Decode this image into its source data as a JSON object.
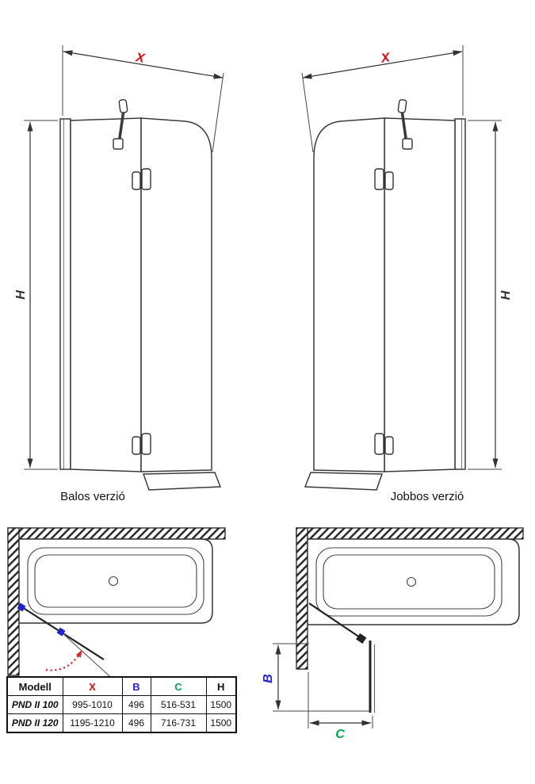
{
  "labels": {
    "x": "X",
    "h": "H",
    "b": "B",
    "c": "C"
  },
  "captions": {
    "left": "Balos verzió",
    "right": "Jobbos verzió"
  },
  "colors": {
    "dim_x_label": "#e30613",
    "dim_b_label": "#2424cc",
    "dim_c_label": "#00a550",
    "dim_h_label": "#333333",
    "fold_arrow": "#d7282f",
    "hinge_marker": "#2424cc",
    "line": "#3a3a3a"
  },
  "table": {
    "headers": [
      "Modell",
      "X",
      "B",
      "C",
      "H"
    ],
    "rows": [
      [
        "PND II 100",
        "995-1010",
        "496",
        "516-531",
        "1500"
      ],
      [
        "PND II 120",
        "1195-1210",
        "496",
        "716-731",
        "1500"
      ]
    ]
  }
}
